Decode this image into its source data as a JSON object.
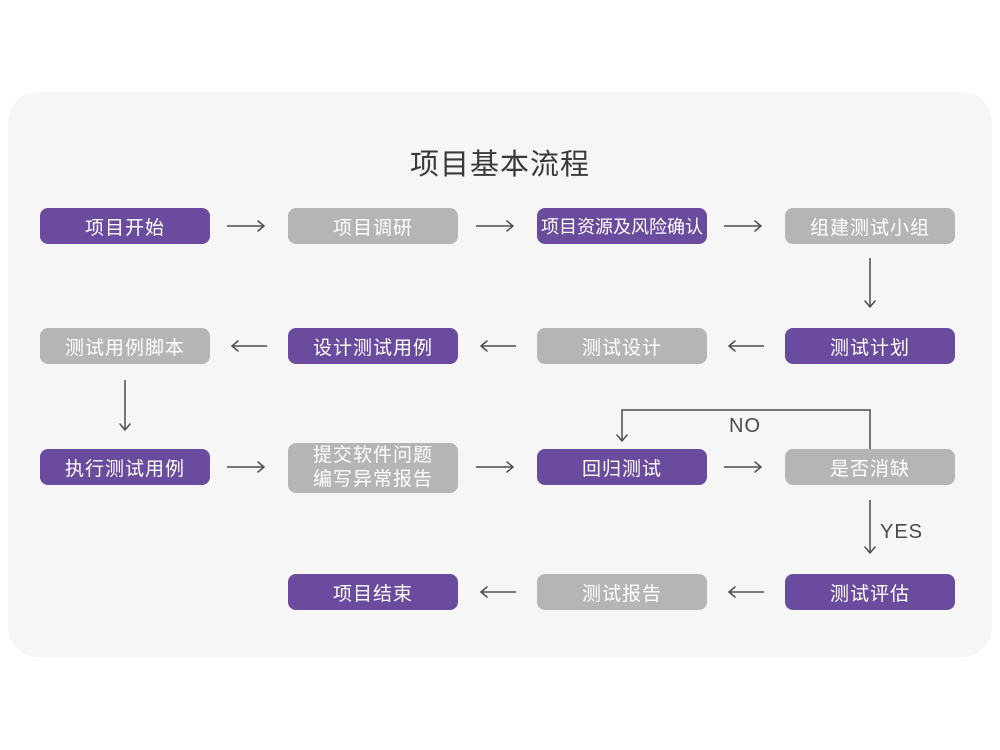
{
  "title": "项目基本流程",
  "colors": {
    "node_purple": "#6b4b9d",
    "node_gray": "#b5b5b5",
    "node_text": "#ffffff",
    "arrow": "#4d4d4d",
    "card_background": "#f6f6f7",
    "title_text": "#3a3a3a"
  },
  "nodes": [
    {
      "label": "项目开始",
      "variant": "purple"
    },
    {
      "label": "项目调研",
      "variant": "gray"
    },
    {
      "label": "项目资源及风险确认",
      "variant": "purple"
    },
    {
      "label": "组建测试小组",
      "variant": "gray"
    },
    {
      "label": "测试计划",
      "variant": "purple"
    },
    {
      "label": "测试设计",
      "variant": "gray"
    },
    {
      "label": "设计测试用例",
      "variant": "purple"
    },
    {
      "label": "测试用例脚本",
      "variant": "gray"
    },
    {
      "label": "执行测试用例",
      "variant": "purple"
    },
    {
      "label": "提交软件问题\n编写异常报告",
      "variant": "gray"
    },
    {
      "label": "回归测试",
      "variant": "purple"
    },
    {
      "label": "是否消缺",
      "variant": "gray"
    },
    {
      "label": "测试评估",
      "variant": "purple"
    },
    {
      "label": "测试报告",
      "variant": "gray"
    },
    {
      "label": "项目结束",
      "variant": "purple"
    }
  ],
  "edge_labels": {
    "no": "NO",
    "yes": "YES"
  }
}
